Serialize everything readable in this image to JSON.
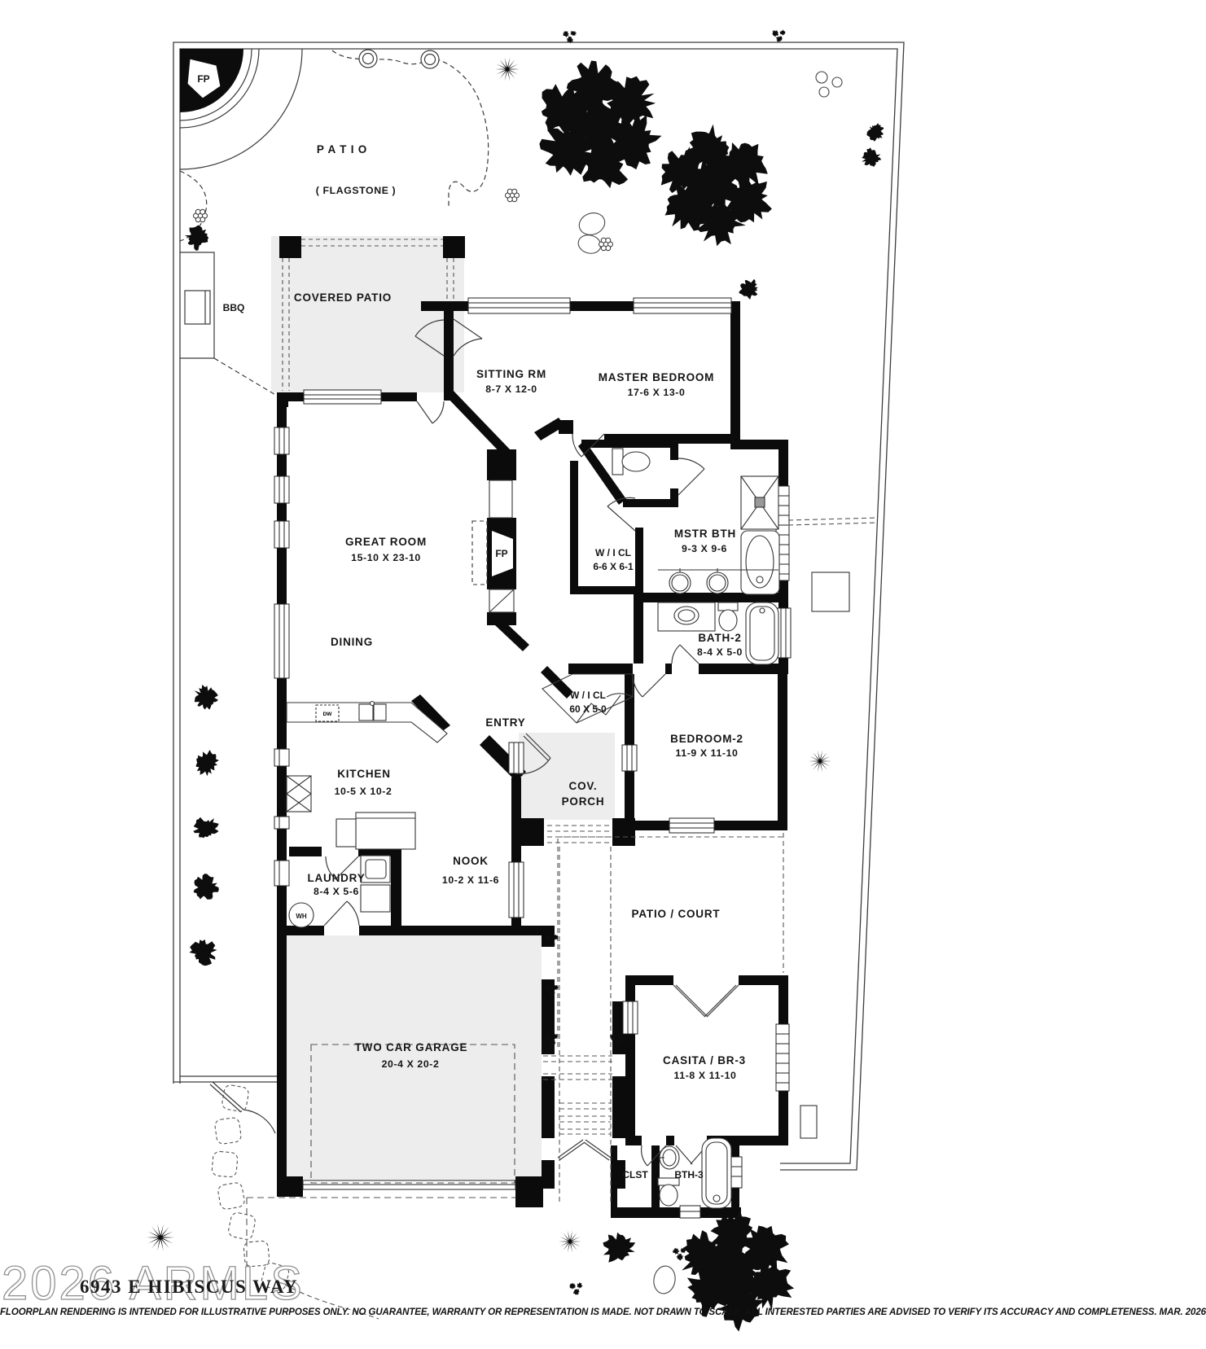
{
  "rooms": {
    "patio": {
      "name": "P A T I O",
      "sub": "( FLAGSTONE )"
    },
    "covered_patio": {
      "name": "COVERED PATIO"
    },
    "sitting": {
      "name": "SITTING RM",
      "dims": "8-7  X  12-0"
    },
    "master": {
      "name": "MASTER BEDROOM",
      "dims": "17-6  X  13-0"
    },
    "great": {
      "name": "GREAT ROOM",
      "dims": "15-10  X  23-10"
    },
    "dining": {
      "name": "DINING"
    },
    "wicl_master": {
      "name": "W / I  CL",
      "dims": "6-6  X 6-1"
    },
    "mstr_bth": {
      "name": "MSTR BTH",
      "dims": "9-3  X 9-6"
    },
    "bath2": {
      "name": "BATH-2",
      "dims": "8-4  X 5-0"
    },
    "wicl2": {
      "name": "W / I  CL",
      "dims": "60  X 5-0"
    },
    "entry": {
      "name": "ENTRY"
    },
    "bedroom2": {
      "name": "BEDROOM-2",
      "dims": "11-9  X 11-10"
    },
    "kitchen": {
      "name": "KITCHEN",
      "dims": "10-5  X 10-2"
    },
    "cov_porch": {
      "name": "COV.",
      "name2": "PORCH"
    },
    "nook": {
      "name": "NOOK",
      "dims": "10-2  X 11-6"
    },
    "laundry": {
      "name": "LAUNDRY",
      "dims": "8-4  X 5-6"
    },
    "patio_court": {
      "name": "PATIO / COURT"
    },
    "garage": {
      "name": "TWO CAR GARAGE",
      "dims": "20-4   X  20-2"
    },
    "casita": {
      "name": "CASITA / BR-3",
      "dims": "11-8   X  11-10"
    },
    "clst": {
      "name": "CLST"
    },
    "bth3": {
      "name": "BTH-3"
    }
  },
  "features": {
    "fireplace_patio": "FP",
    "fireplace_great": "FP",
    "bbq": "BBQ",
    "water_heater": "WH",
    "dishwasher": "DW"
  },
  "watermark": "2026 ARMLS",
  "address": "6943 E HIBISCUS WAY",
  "disclaimer": "FLOORPLAN RENDERING IS INTENDED FOR ILLUSTRATIVE PURPOSES ONLY.  NO GUARANTEE, WARRANTY OR REPRESENTATION IS MADE.  NOT DRAWN TO SCALE.  ALL INTERESTED PARTIES ARE ADVISED TO VERIFY ITS ACCURACY AND COMPLETENESS.  MAR. 2026"
}
